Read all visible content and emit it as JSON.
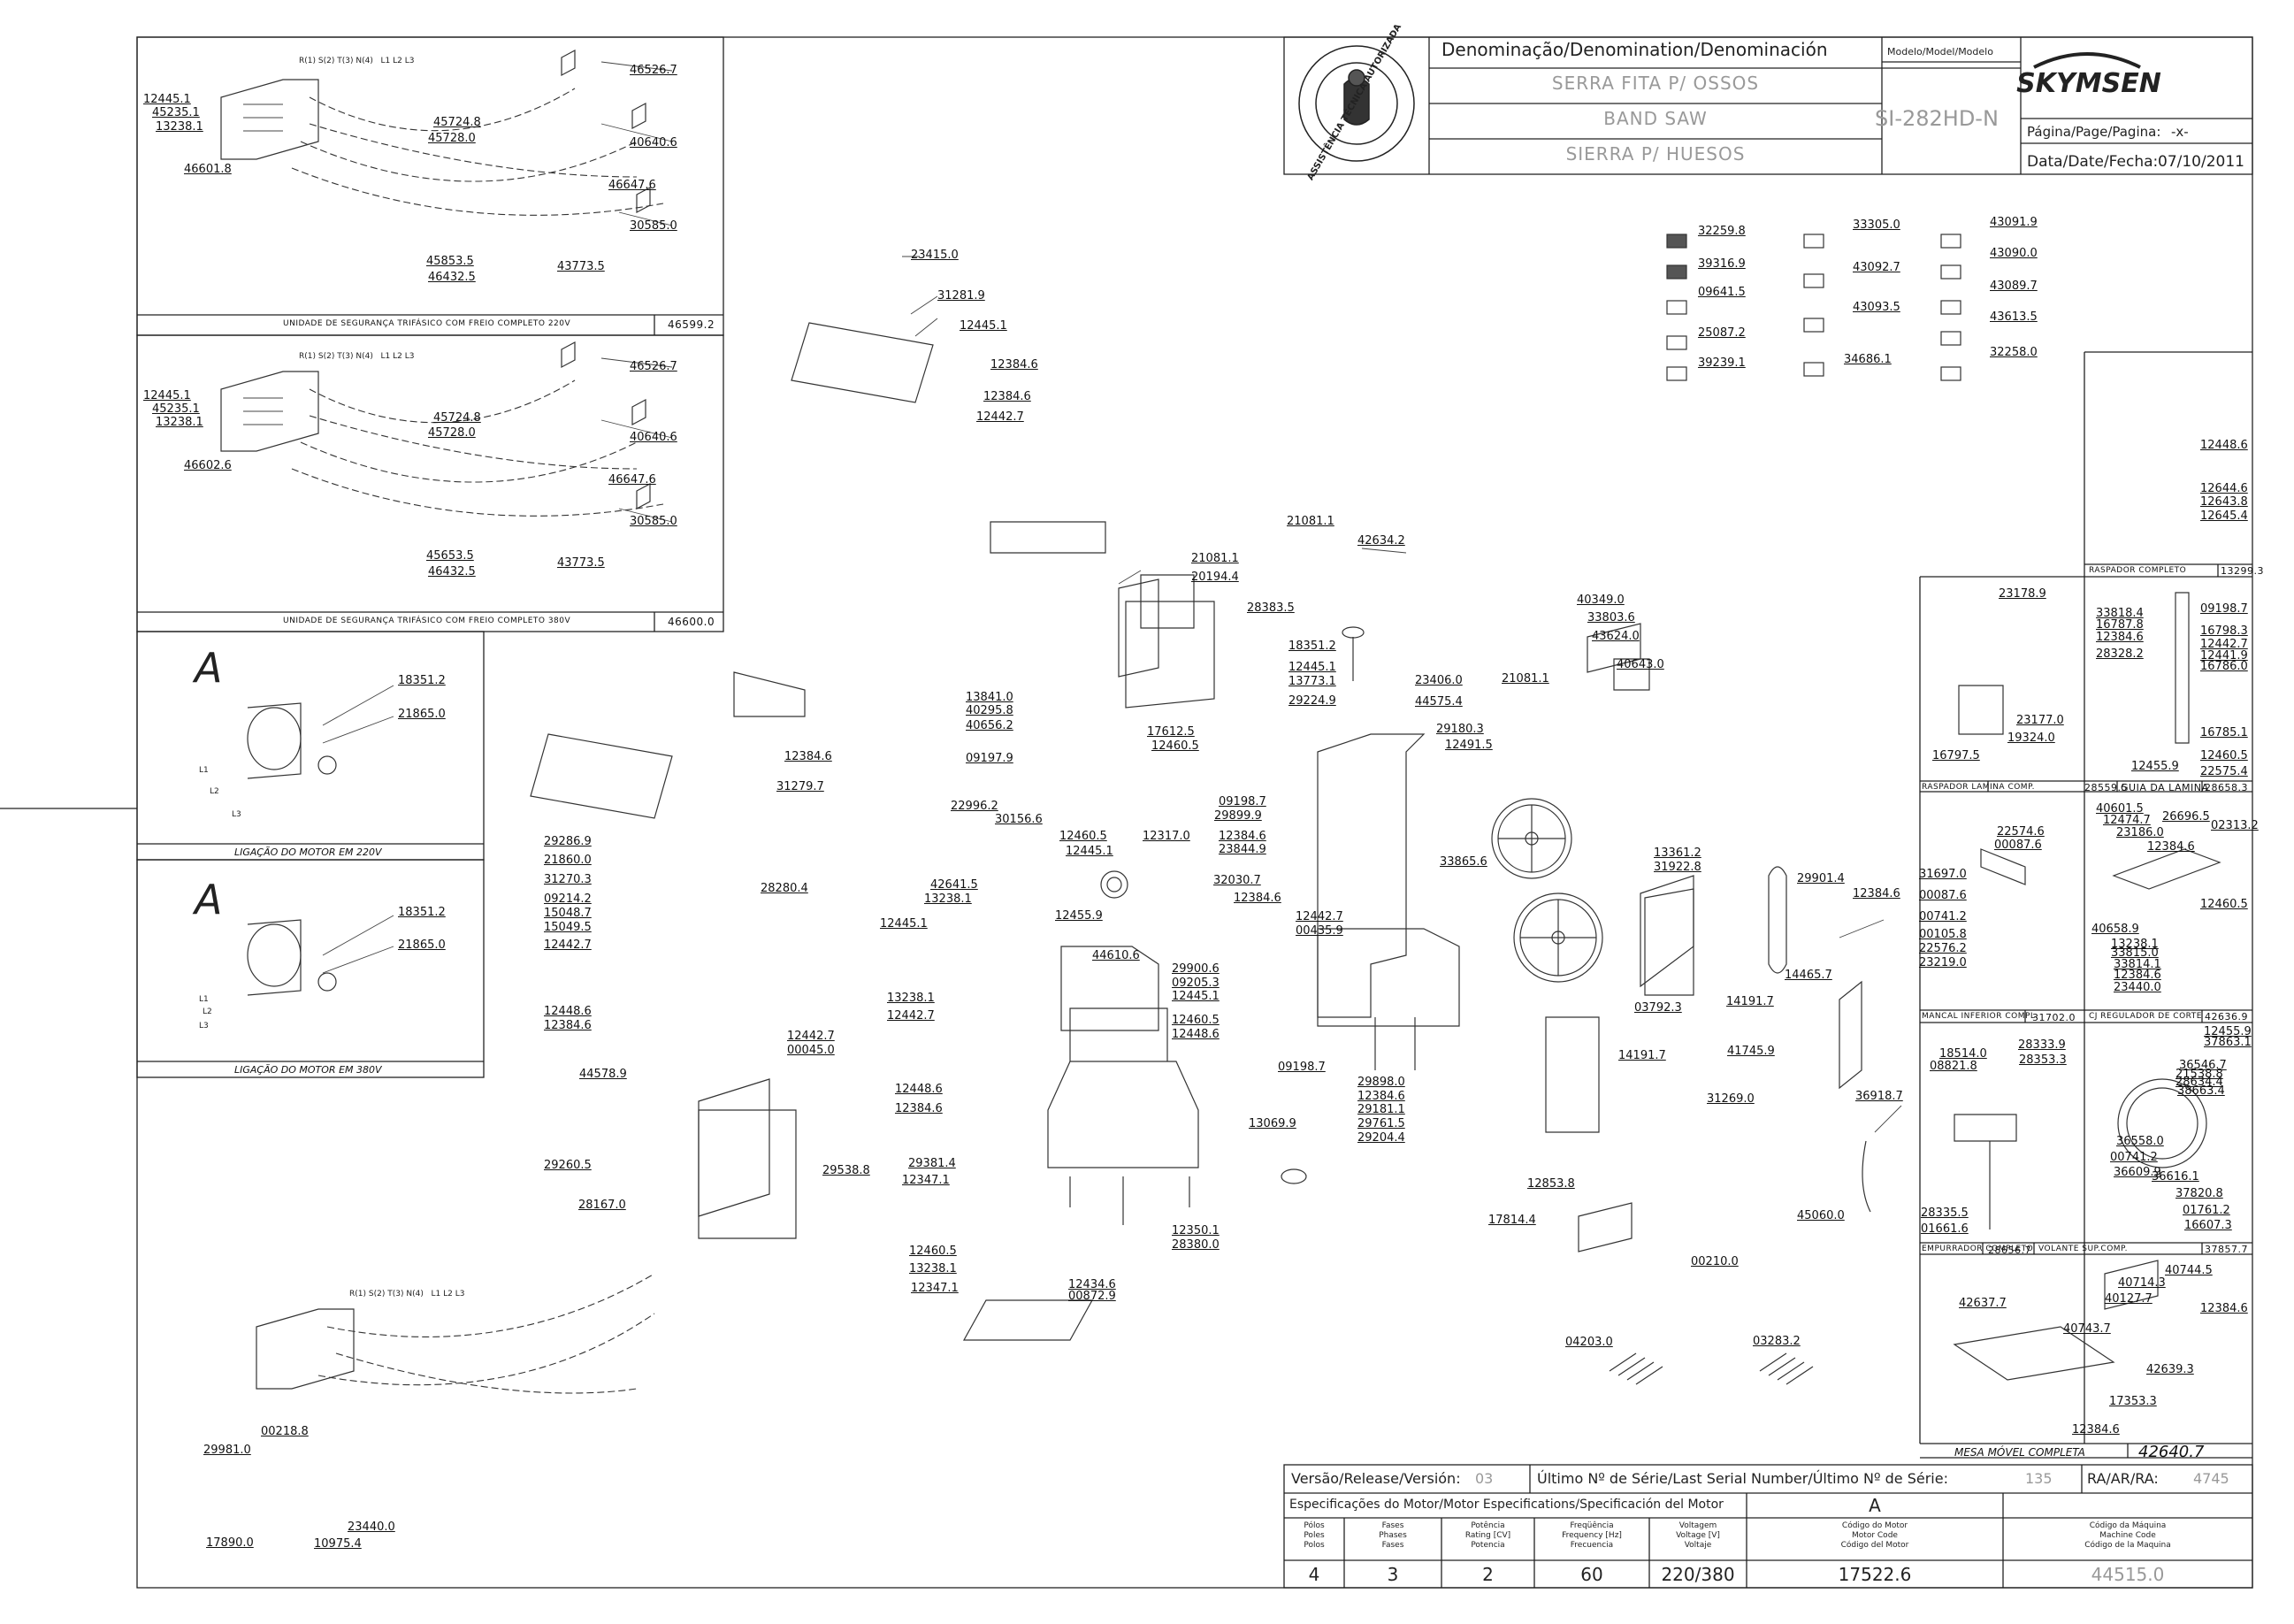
{
  "title_block": {
    "denomination_header": "Denominação/Denomination/Denominación",
    "model_header": "Modelo/Model/Modelo",
    "name_pt": "SERRA FITA P/ OSSOS",
    "name_en": "BAND SAW",
    "name_es": "SIERRA P/ HUESOS",
    "model": "SI-282HD-N",
    "brand": "SKYMSEN",
    "page_label": "Página/Page/Pagina:",
    "page_value": "-x-",
    "date_label": "Data/Date/Fecha:",
    "date_value": "07/10/2011",
    "seal_text": "ASSISTÊNCIA TÉCNICA AUTORIZADA"
  },
  "bottom_block": {
    "version_label": "Versão/Release/Versión:",
    "version_value": "03",
    "serial_label": "Último Nº de Série/Last Serial Number/Último Nº de Série:",
    "serial_value": "135",
    "ra_label": "RA/AR/RA:",
    "ra_value": "4745",
    "motor_spec_label": "Especificações do Motor/Motor Especifications/Specificación del Motor",
    "motor_col_letter": "A",
    "headers": {
      "poles": [
        "Pólos",
        "Poles",
        "Polos"
      ],
      "phases": [
        "Fases",
        "Phases",
        "Fases"
      ],
      "power": [
        "Potência",
        "Rating [CV]",
        "Potencia"
      ],
      "frequency": [
        "Freqüência",
        "Frequency [Hz]",
        "Frecuencia"
      ],
      "voltage": [
        "Voltagem",
        "Voltage [V]",
        "Voltaje"
      ],
      "motor_code": [
        "Código do Motor",
        "Motor Code",
        "Código del Motor"
      ],
      "machine_code": [
        "Código da Máquina",
        "Machine Code",
        "Código de la Maquina"
      ]
    },
    "values": {
      "poles": "4",
      "phases": "3",
      "power": "2",
      "frequency": "60",
      "voltage": "220/380",
      "motor_code": "17522.6",
      "machine_code": "44515.0"
    }
  },
  "boxes": {
    "safety_220": {
      "caption": "UNIDADE DE SEGURANÇA TRIFÁSICO COM FREIO COMPLETO 220V",
      "code": "46599.2"
    },
    "safety_380": {
      "caption": "UNIDADE DE SEGURANÇA TRIFÁSICO COM FREIO COMPLETO 380V",
      "code": "46600.0"
    },
    "motor_220": {
      "caption": "LIGAÇÃO DO MOTOR EM 220V",
      "letter": "A",
      "wires": [
        "L1",
        "L2",
        "L3"
      ]
    },
    "motor_380": {
      "caption": "LIGAÇÃO DO MOTOR EM 380V",
      "letter": "A",
      "wires": [
        "L1",
        "L2",
        "L3"
      ]
    },
    "raspador_completo": {
      "caption": "RASPADOR COMPLETO",
      "code": "13299.3"
    },
    "raspador_lamina": {
      "caption": "RASPADOR LAMINA COMP.",
      "code": "28559.5"
    },
    "guia_lamina": {
      "caption": "GUIA DA LAMINA",
      "code": "28658.3"
    },
    "mancal_inferior": {
      "caption": "MANCAL INFERIOR COMPL.",
      "code": "31702.0"
    },
    "cj_regulador": {
      "caption": "CJ REGULADOR DE CORTE",
      "code": "42636.9"
    },
    "empurrador": {
      "caption": "EMPURRADOR COMPLETO",
      "code": "28656.7"
    },
    "volante_sup": {
      "caption": "VOLANTE SUP.COMP.",
      "code": "37857.7"
    },
    "mesa_movel": {
      "caption": "MESA MÓVEL COMPLETA",
      "code": "42640.7"
    }
  },
  "terminal_labels": [
    "R(1)",
    "S(2)",
    "T(3)",
    "N(4)",
    "L1",
    "L2",
    "L3"
  ],
  "part_labels": [
    "12445.1",
    "45235.1",
    "13238.1",
    "46601.8",
    "46526.7",
    "45724.8",
    "45728.0",
    "40640.6",
    "46647.6",
    "30585.0",
    "45853.5",
    "46432.5",
    "43773.5",
    "12445.1",
    "45235.1",
    "13238.1",
    "46602.6",
    "46526.7",
    "45724.8",
    "45728.0",
    "40640.6",
    "46647.6",
    "30585.0",
    "45653.5",
    "46432.5",
    "43773.5",
    "18351.2",
    "21865.0",
    "18351.2",
    "21865.0",
    "23415.0",
    "31281.9",
    "12445.1",
    "12384.6",
    "12384.6",
    "12442.7",
    "32259.8",
    "39316.9",
    "09641.5",
    "25087.2",
    "39239.1",
    "33305.0",
    "43092.7",
    "43093.5",
    "34686.1",
    "43091.9",
    "43090.0",
    "43089.7",
    "43613.5",
    "32258.0",
    "12448.6",
    "12644.6",
    "12643.8",
    "12645.4",
    "21081.1",
    "42634.2",
    "21081.1",
    "20194.4",
    "28383.5",
    "40349.0",
    "33803.6",
    "43624.0",
    "21081.1",
    "40643.0",
    "18351.2",
    "12445.1",
    "13773.1",
    "29224.9",
    "23406.0",
    "44575.4",
    "29180.3",
    "12491.5",
    "17612.5",
    "12460.5",
    "13841.0",
    "40295.8",
    "40656.2",
    "09197.9",
    "12384.6",
    "31279.7",
    "28280.4",
    "22996.2",
    "30156.6",
    "12460.5",
    "12445.1",
    "12317.0",
    "09198.7",
    "29899.9",
    "12384.6",
    "23844.9",
    "32030.7",
    "12384.6",
    "33865.6",
    "13361.2",
    "31922.8",
    "29901.4",
    "12384.6",
    "29286.9",
    "21860.0",
    "31270.3",
    "09214.2",
    "15048.7",
    "15049.5",
    "12442.7",
    "12448.6",
    "12384.6",
    "42641.5",
    "13238.1",
    "12445.1",
    "12455.9",
    "44610.6",
    "29900.6",
    "09205.3",
    "12445.1",
    "12460.5",
    "12448.6",
    "12442.7",
    "00435.9",
    "03792.3",
    "14191.7",
    "14465.7",
    "09198.7",
    "29898.0",
    "12384.6",
    "29181.1",
    "29761.5",
    "29204.4",
    "14191.7",
    "31269.0",
    "13238.1",
    "12442.7",
    "12448.6",
    "12384.6",
    "12442.7",
    "00045.0",
    "44578.9",
    "29538.8",
    "29260.5",
    "28167.0",
    "29381.4",
    "12347.1",
    "12350.1",
    "28380.0",
    "12460.5",
    "13238.1",
    "12347.1",
    "12434.6",
    "00872.9",
    "13069.9",
    "41745.9",
    "36918.7",
    "45060.0",
    "12853.8",
    "17814.4",
    "00210.0",
    "04203.0",
    "03283.2",
    "00218.8",
    "29981.0",
    "17890.0",
    "10975.4",
    "23440.0",
    "23178.9",
    "23177.0",
    "19324.0",
    "16797.5",
    "33818.4",
    "16787.8",
    "12384.6",
    "28328.2",
    "09198.7",
    "16798.3",
    "12442.7",
    "12441.9",
    "16786.0",
    "16785.1",
    "12460.5",
    "12455.9",
    "22575.4",
    "22574.6",
    "00087.6",
    "31697.0",
    "00087.6",
    "00741.2",
    "00105.8",
    "22576.2",
    "23219.0",
    "40601.5",
    "12474.7",
    "23186.0",
    "26696.5",
    "12384.6",
    "02313.2",
    "40658.9",
    "12460.5",
    "13238.1",
    "33815.0",
    "33814.1",
    "12384.6",
    "23440.0",
    "18514.0",
    "08821.8",
    "28333.9",
    "28353.3",
    "28335.5",
    "01661.6",
    "12455.9",
    "37863.1",
    "36546.7",
    "21538.8",
    "28634.4",
    "38663.4",
    "36558.0",
    "00741.2",
    "36609.9",
    "36616.1",
    "37820.8",
    "01761.2",
    "16607.3",
    "40744.5",
    "40714.3",
    "40127.7",
    "40743.7",
    "12384.6",
    "42637.7",
    "42639.3",
    "17353.3",
    "12384.6"
  ]
}
